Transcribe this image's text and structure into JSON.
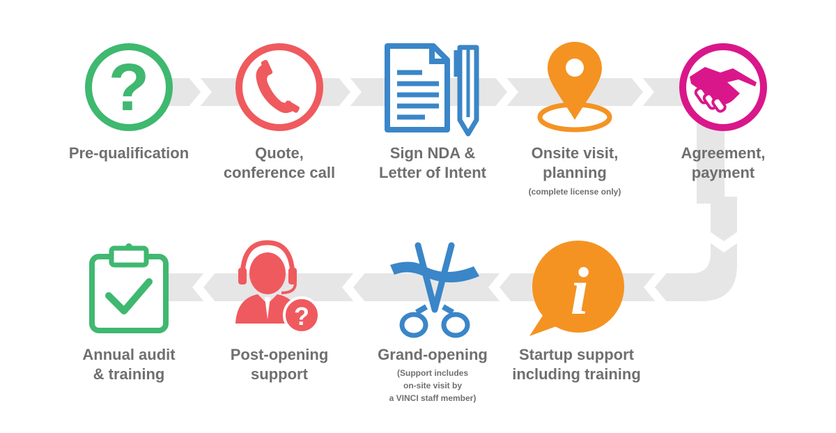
{
  "steps": [
    {
      "label": "Pre-qualification",
      "icon": "question-mark-icon",
      "color": "#3fb870"
    },
    {
      "label": "Quote,\nconference call",
      "icon": "phone-icon",
      "color": "#ef5a5e"
    },
    {
      "label": "Sign NDA &\nLetter of Intent",
      "icon": "document-pen-icon",
      "color": "#3a86c8"
    },
    {
      "label": "Onsite visit,\nplanning",
      "note": "(complete license only)",
      "icon": "map-pin-icon",
      "color": "#f49322"
    },
    {
      "label": "Agreement,\npayment",
      "icon": "handshake-icon",
      "color": "#d9178a"
    },
    {
      "label": "Startup support\nincluding training",
      "icon": "info-bubble-icon",
      "color": "#f49322"
    },
    {
      "label": "Grand-opening",
      "note": "(Support includes\non-site visit by\na VINCI staff member)",
      "icon": "scissors-ribbon-icon",
      "color": "#3a86c8"
    },
    {
      "label": "Post-opening\nsupport",
      "icon": "support-agent-icon",
      "color": "#ef5a5e"
    },
    {
      "label": "Annual audit\n& training",
      "icon": "clipboard-check-icon",
      "color": "#3fb870"
    }
  ],
  "colors": {
    "arrow": "#e6e6e6",
    "text": "#6f6f6f"
  }
}
